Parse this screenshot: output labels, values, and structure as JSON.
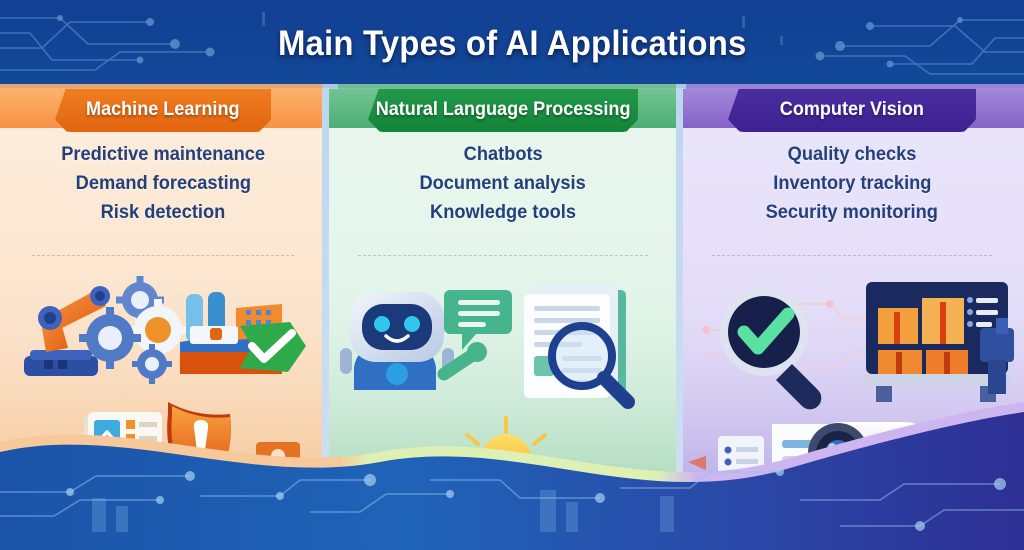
{
  "poster": {
    "title": "Main Types of AI Applications",
    "background_color": "#14529f",
    "accent_colors": {
      "machine_learning": "#e2650f",
      "nlp": "#138438",
      "computer_vision": "#3d2191",
      "title_text": "#ffffff",
      "item_text": "#24407a"
    }
  },
  "columns": [
    {
      "id": "machine-learning",
      "header": "Machine Learning",
      "header_color": "#e2650f",
      "panel_color": "#fbe3cb",
      "items": [
        "Predictive maintenance",
        "Demand forecasting",
        "Risk detection"
      ],
      "illustration_icons": [
        "robot-arm-icon",
        "gears-icon",
        "factory-icon",
        "green-check-icon",
        "chart-document-icon",
        "alert-shield-icon"
      ]
    },
    {
      "id": "natural-language-processing",
      "header": "Natural Language Processing",
      "header_color": "#138438",
      "panel_color": "#e2f4e9",
      "items": [
        "Chatbots",
        "Document analysis",
        "Knowledge tools"
      ],
      "illustration_icons": [
        "chatbot-icon",
        "speech-bubble-icon",
        "document-stack-icon",
        "magnifier-icon",
        "open-book-icon",
        "lightbulb-icon"
      ]
    },
    {
      "id": "computer-vision",
      "header": "Computer Vision",
      "header_color": "#3d2191",
      "panel_color": "#e3ddf8",
      "items": [
        "Quality checks",
        "Inventory tracking",
        "Security monitoring"
      ],
      "illustration_icons": [
        "magnifier-check-icon",
        "inventory-screen-icon",
        "boxes-icon",
        "security-camera-icon",
        "document-icon"
      ]
    }
  ]
}
